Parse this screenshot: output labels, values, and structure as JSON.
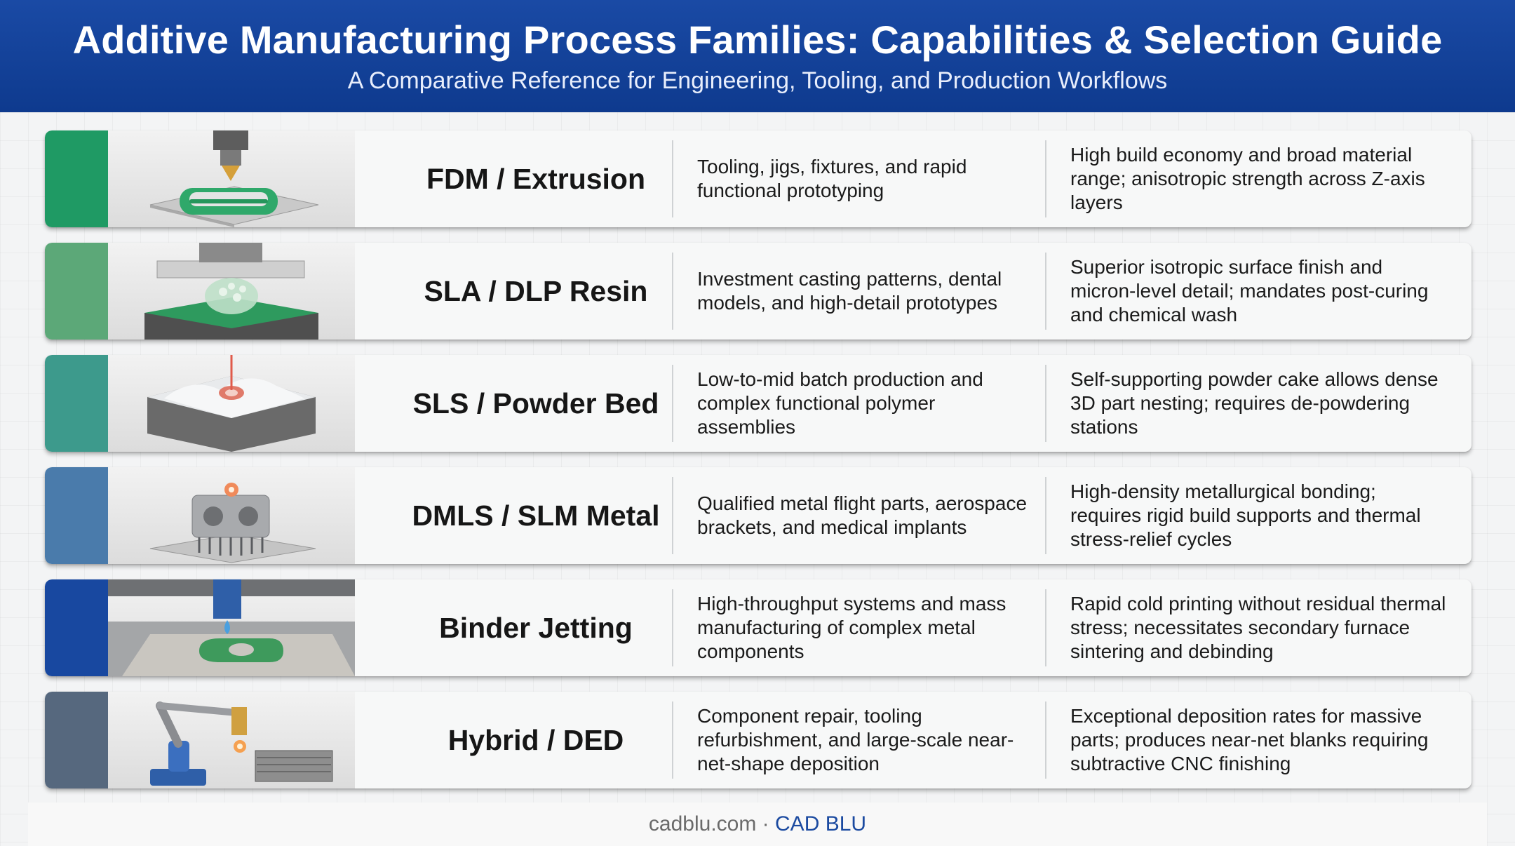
{
  "header": {
    "title": "Additive Manufacturing Process Families: Capabilities & Selection Guide",
    "subtitle": "A Comparative Reference for Engineering, Tooling, and Production Workflows"
  },
  "colors": {
    "header_blue": "#1a4aa5",
    "footer_brand": "#1b4aa0"
  },
  "rows": [
    {
      "name": "FDM / Extrusion",
      "accent": "#1f9a64",
      "image_icon": "fdm-extruder-icon",
      "application": "Tooling, jigs, fixtures, and rapid functional prototyping",
      "characteristics": "High build economy and broad material range; anisotropic strength across Z-axis layers"
    },
    {
      "name": "SLA / DLP Resin",
      "accent": "#5ca878",
      "image_icon": "resin-vat-icon",
      "application": "Investment casting patterns, dental models, and high-detail prototypes",
      "characteristics": "Superior isotropic surface finish and micron-level detail; mandates post-curing and chemical wash"
    },
    {
      "name": "SLS / Powder Bed",
      "accent": "#3d9a8c",
      "image_icon": "powder-bed-icon",
      "application": "Low-to-mid batch production and complex functional polymer assemblies",
      "characteristics": "Self-supporting powder cake allows dense 3D part nesting; requires de-powdering stations"
    },
    {
      "name": "DMLS / SLM Metal",
      "accent": "#4a7bab",
      "image_icon": "metal-part-icon",
      "application": "Qualified metal flight parts, aerospace brackets, and medical implants",
      "characteristics": "High-density metallurgical bonding; requires rigid build supports and thermal stress-relief cycles"
    },
    {
      "name": "Binder Jetting",
      "accent": "#1848a0",
      "image_icon": "binder-jet-icon",
      "application": "High-throughput systems and mass manufacturing of complex metal components",
      "characteristics": "Rapid cold printing without residual thermal stress; necessitates secondary furnace sintering and debinding"
    },
    {
      "name": "Hybrid / DED",
      "accent": "#56687e",
      "image_icon": "robot-arm-icon",
      "application": "Component repair, tooling refurbishment, and large-scale near-net-shape deposition",
      "characteristics": "Exceptional deposition rates for massive parts; produces near-net blanks requiring subtractive CNC finishing"
    }
  ],
  "footer": {
    "site": "cadblu.com",
    "separator": " · ",
    "brand": "CAD BLU"
  }
}
